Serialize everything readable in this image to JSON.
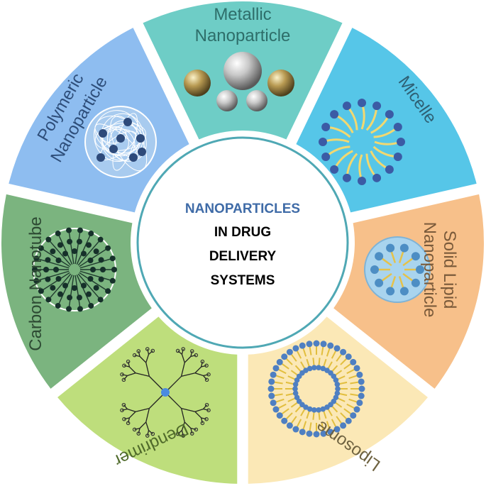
{
  "center": {
    "line1": "NANOPARTICLES",
    "line2": "IN DRUG",
    "line3": "DELIVERY",
    "line4": "SYSTEMS",
    "line1_color": "#3F6BA7",
    "text_color": "#000000",
    "ring_color": "#4FA8B4"
  },
  "segments": [
    {
      "label1": "Metallic",
      "label2": "Nanoparticle",
      "fill": "#6ECDC6",
      "text_color": "#2E6E6A",
      "icon": "metallic-spheres-icon"
    },
    {
      "label1": "Micelle",
      "label2": "",
      "fill": "#56C6E8",
      "text_color": "#2E5F73",
      "icon": "micelle-icon"
    },
    {
      "label1": "Solid Lipid",
      "label2": "Nanoparticle",
      "fill": "#F7C08A",
      "text_color": "#7A5A3A",
      "icon": "solid-lipid-nanoparticle-icon"
    },
    {
      "label1": "Liposome",
      "label2": "",
      "fill": "#FBE8B6",
      "text_color": "#6E6240",
      "icon": "liposome-icon"
    },
    {
      "label1": "Dendrimer",
      "label2": "",
      "fill": "#BEDE7C",
      "text_color": "#4F6A2A",
      "icon": "dendrimer-icon"
    },
    {
      "label1": "Carbon Nanotube",
      "label2": "",
      "fill": "#7BB47F",
      "text_color": "#2D4A33",
      "icon": "carbon-nanotube-icon"
    },
    {
      "label1": "Polymeric",
      "label2": "Nanoparticle",
      "fill": "#8EBDF0",
      "text_color": "#2E4E7A",
      "icon": "polymeric-nanoparticle-icon"
    }
  ]
}
